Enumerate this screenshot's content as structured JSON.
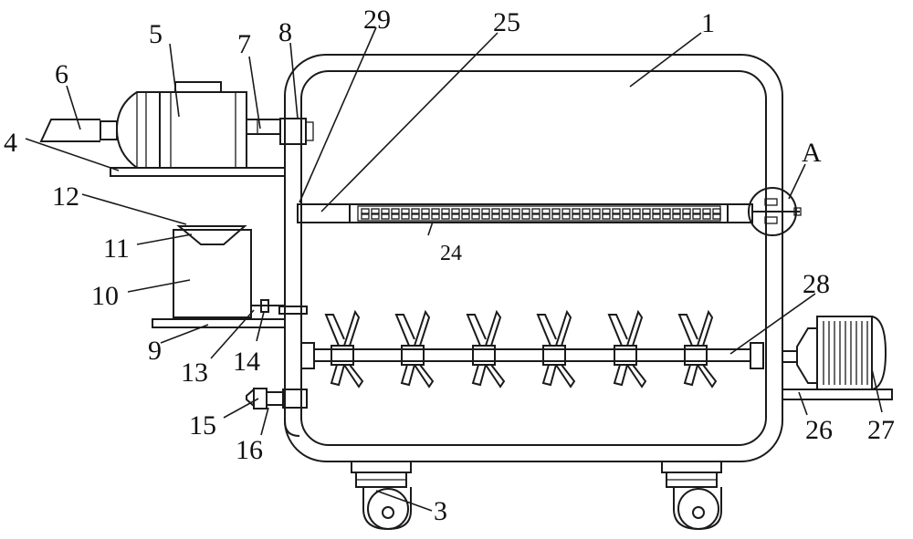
{
  "labels": {
    "l1": "1",
    "l3": "3",
    "l4": "4",
    "l5": "5",
    "l6": "6",
    "l7": "7",
    "l8": "8",
    "l9": "9",
    "l10": "10",
    "l11": "11",
    "l12": "12",
    "l13": "13",
    "l14": "14",
    "l15": "15",
    "l16": "16",
    "l24": "24",
    "l25": "25",
    "l26": "26",
    "l27": "27",
    "l28": "28",
    "l29": "29",
    "lA": "A"
  }
}
